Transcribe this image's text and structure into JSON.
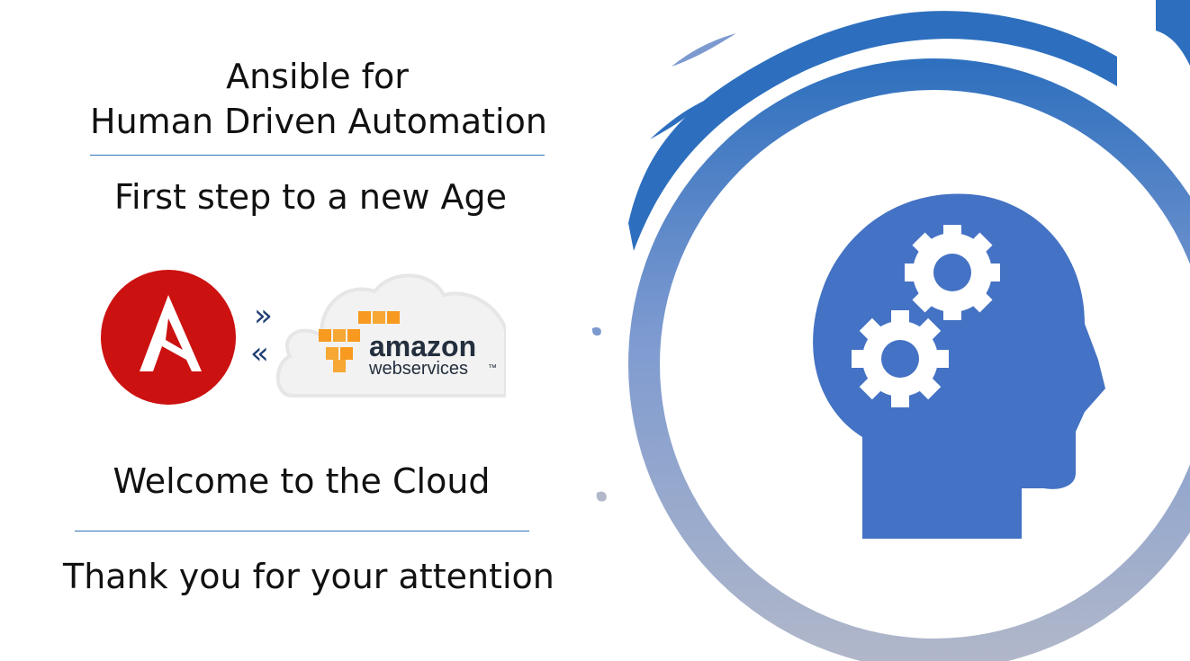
{
  "slide": {
    "title_line_1": "Ansible for",
    "title_line_2": "Human Driven Automation",
    "subtitle": "First step to a new Age",
    "welcome": "Welcome to the Cloud",
    "thanks": "Thank you for your attention"
  },
  "logos": {
    "ansible_letter": "A",
    "arrow_right": "»",
    "arrow_left": "«",
    "aws_word": "amazon",
    "aws_sub": "webservices",
    "aws_tm": "™"
  },
  "icons": {
    "ansible": "ansible-logo-icon",
    "cloud": "cloud-icon",
    "head": "head-with-gears-icon",
    "gear": "gear-icon"
  },
  "colors": {
    "accent_blue": "#4472c4",
    "rule_blue": "#2e75b6",
    "ansible_red": "#cc1111",
    "aws_orange": "#f79a1f",
    "text": "#111111"
  }
}
